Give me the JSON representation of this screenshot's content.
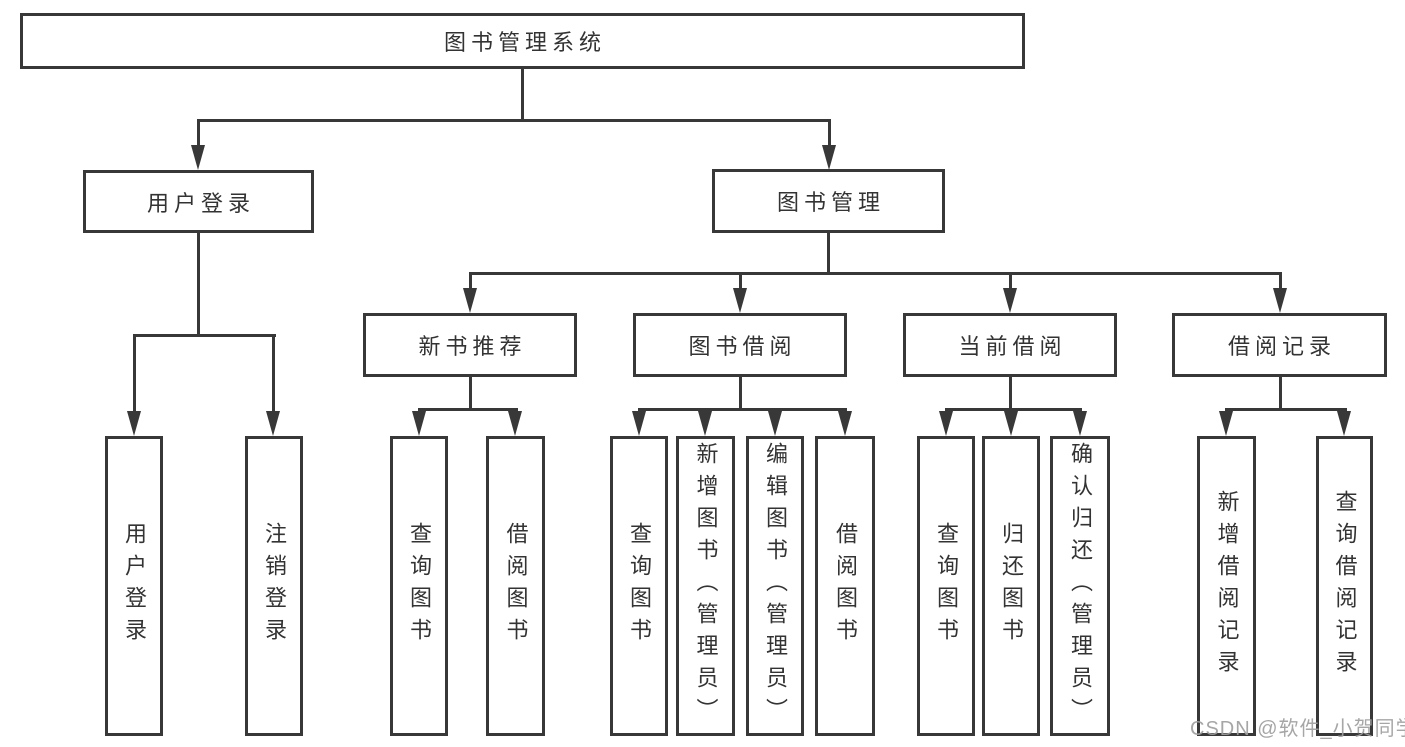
{
  "diagram": {
    "title": "图书管理系统",
    "branches": [
      {
        "label": "用户登录",
        "children": [
          {
            "label": "用户登录"
          },
          {
            "label": "注销登录"
          }
        ]
      },
      {
        "label": "图书管理",
        "children": [
          {
            "label": "新书推荐",
            "children": [
              {
                "label": "查询图书"
              },
              {
                "label": "借阅图书"
              }
            ]
          },
          {
            "label": "图书借阅",
            "children": [
              {
                "label": "查询图书"
              },
              {
                "label": "新增图书（管理员）"
              },
              {
                "label": "编辑图书（管理员）"
              },
              {
                "label": "借阅图书"
              }
            ]
          },
          {
            "label": "当前借阅",
            "children": [
              {
                "label": "查询图书"
              },
              {
                "label": "归还图书"
              },
              {
                "label": "确认归还（管理员）"
              }
            ]
          },
          {
            "label": "借阅记录",
            "children": [
              {
                "label": "新增借阅记录"
              },
              {
                "label": "查询借阅记录"
              }
            ]
          }
        ]
      }
    ]
  },
  "colors": {
    "stroke": "#383838",
    "text": "#333333",
    "watermark": "#9e9e9e"
  },
  "watermark": "CSDN @软件_小贺同学"
}
